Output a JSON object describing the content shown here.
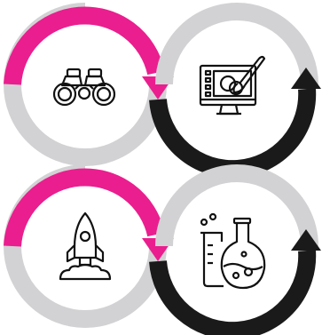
{
  "colors": {
    "magenta": "#ea1e8e",
    "light_gray": "#d2d2d4",
    "black": "#1a1a1a",
    "icon_stroke": "#111111",
    "background": "#ffffff"
  },
  "rows": [
    {
      "left": {
        "icon": "binoculars-icon",
        "arc_color": "magenta"
      },
      "right": {
        "icon": "computer-paint-icon",
        "arc_color": "light_gray"
      },
      "connector": {
        "color": "black",
        "arrow": "up-arrow"
      }
    },
    {
      "left": {
        "icon": "rocket-icon",
        "arc_color": "magenta"
      },
      "right": {
        "icon": "lab-flask-icon",
        "arc_color": "light_gray"
      },
      "connector": {
        "color": "black",
        "arrow": "up-arrow"
      }
    }
  ]
}
